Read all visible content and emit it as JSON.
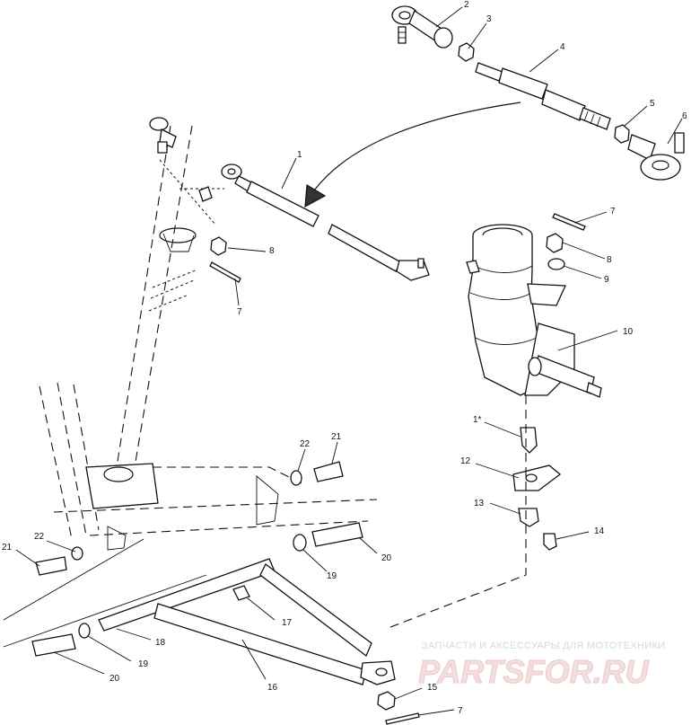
{
  "callouts": [
    {
      "id": "c2",
      "text": "2"
    },
    {
      "id": "c3",
      "text": "3"
    },
    {
      "id": "c4",
      "text": "4"
    },
    {
      "id": "c5",
      "text": "5"
    },
    {
      "id": "c6",
      "text": "6"
    },
    {
      "id": "c1-tie-rod",
      "text": "1"
    },
    {
      "id": "c7-cotter-right",
      "text": "7"
    },
    {
      "id": "c8-nut-left",
      "text": "8"
    },
    {
      "id": "c8-nut-right",
      "text": "8"
    },
    {
      "id": "c9",
      "text": "9"
    },
    {
      "id": "c7-cotter-left",
      "text": "7"
    },
    {
      "id": "c10",
      "text": "10"
    },
    {
      "id": "c1-bolt",
      "text": "1*"
    },
    {
      "id": "c12",
      "text": "12"
    },
    {
      "id": "c13",
      "text": "13"
    },
    {
      "id": "c14",
      "text": "14"
    },
    {
      "id": "c22-right",
      "text": "22"
    },
    {
      "id": "c21-right",
      "text": "21"
    },
    {
      "id": "c21-left",
      "text": "21"
    },
    {
      "id": "c22-left",
      "text": "22"
    },
    {
      "id": "c20-right",
      "text": "20"
    },
    {
      "id": "c19-right",
      "text": "19"
    },
    {
      "id": "c17",
      "text": "17"
    },
    {
      "id": "c18",
      "text": "18"
    },
    {
      "id": "c19-left",
      "text": "19"
    },
    {
      "id": "c20-left",
      "text": "20"
    },
    {
      "id": "c16",
      "text": "16"
    },
    {
      "id": "c15",
      "text": "15"
    },
    {
      "id": "c7-cotter-bottom",
      "text": "7"
    }
  ],
  "watermark": {
    "line1": "ЗАПЧАСТИ И АКСЕССУАРЫ ДЛЯ МОТОТЕХНИКИ",
    "line2": "PARTSFOR.RU"
  }
}
